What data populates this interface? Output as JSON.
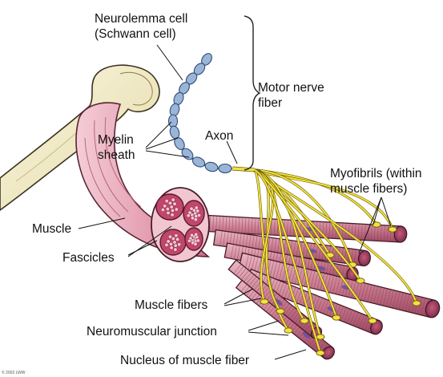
{
  "labels": {
    "neurolemma": "Neurolemma cell\n(Schwann cell)",
    "motor_nerve": "Motor nerve\nfiber",
    "myelin": "Myelin\nsheath",
    "axon": "Axon",
    "myofibrils": "Myofibrils (within\nmuscle fibers)",
    "muscle": "Muscle",
    "fascicles": "Fascicles",
    "muscle_fibers": "Muscle fibers",
    "nmj": "Neuromuscular junction",
    "nucleus": "Nucleus of muscle fiber"
  },
  "copyright": "© 2003 LWW",
  "colors": {
    "bone": "#f3edc8",
    "muscle": "#e3aab9",
    "muscle_dark": "#b34a6b",
    "fiber": "#c98896",
    "nerve": "#f2e33c",
    "myelin": "#9bb5d8",
    "nucleus": "#6a4fa0"
  }
}
